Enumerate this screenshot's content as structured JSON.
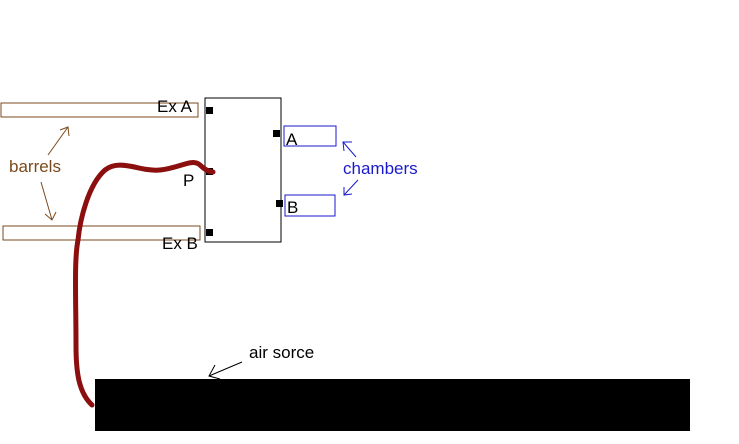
{
  "labels": {
    "ex_a": "Ex A",
    "ex_b": "Ex B",
    "port_p": "P",
    "chamber_a": "A",
    "chamber_b": "B",
    "barrels": "barrels",
    "chambers": "chambers",
    "air_source": "air sorce"
  },
  "colors": {
    "background": "#ffffff",
    "outline": "#000000",
    "barrel_outline": "#7a4a1c",
    "barrels_text": "#7a4a1c",
    "chamber_outline": "#1a1acc",
    "chambers_text": "#1a1acc",
    "hose": "#8b0f0f",
    "air_source_fill": "#000000"
  }
}
